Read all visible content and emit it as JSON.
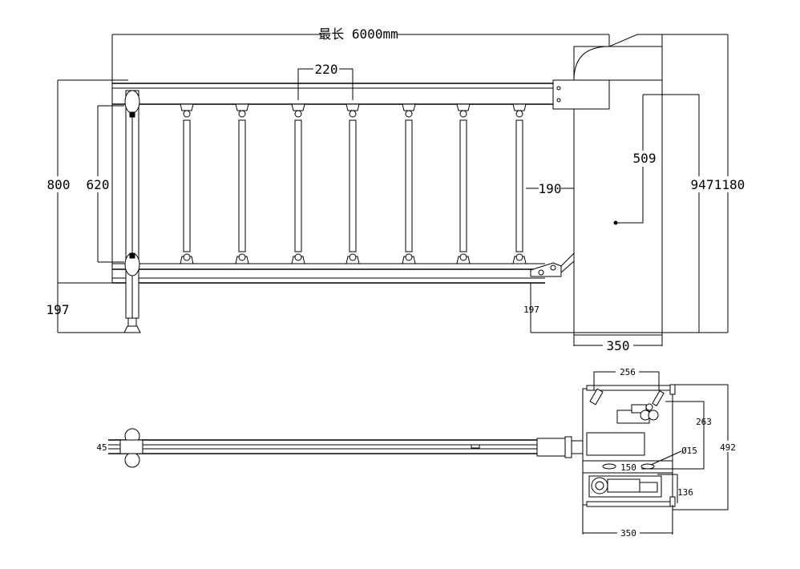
{
  "front_view": {
    "length_label": "最长 6000mm",
    "spacing": "220",
    "height_left": "800",
    "arm_height": "620",
    "offset_left": "197",
    "offset_right": "197",
    "gap": "190",
    "inner_height": "509",
    "cabinet_height": "947",
    "total_height": "1180",
    "cabinet_width": "350"
  },
  "top_view": {
    "bar_width": "45",
    "width_top": "256",
    "depth_a": "263",
    "depth_total": "492",
    "hole_dia": "Ø15",
    "hole_spacing": "150",
    "depth_b": "136",
    "width_bottom": "350"
  }
}
